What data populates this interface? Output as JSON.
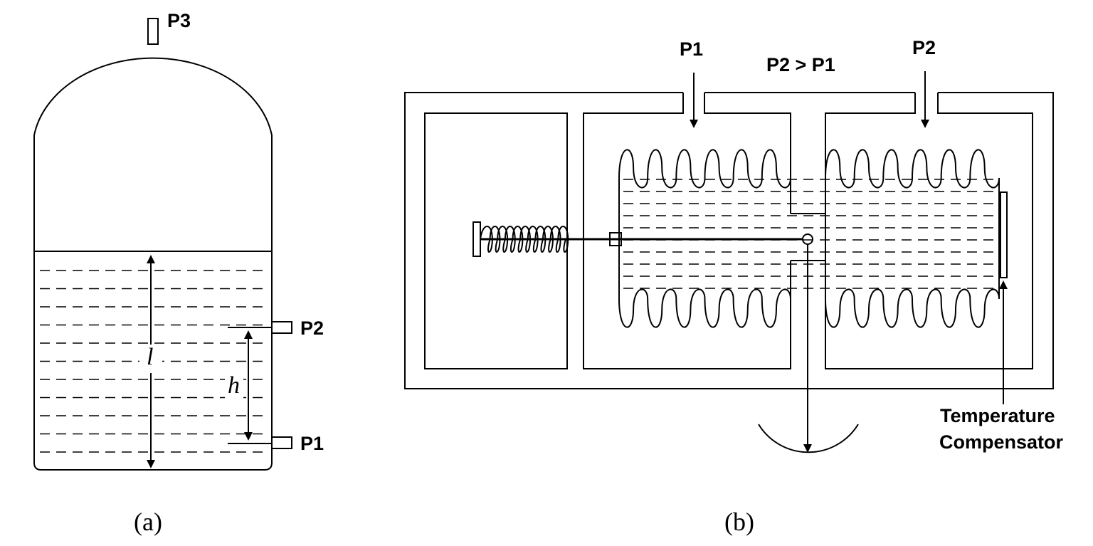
{
  "figure_a": {
    "label_p3": "P3",
    "label_p2": "P2",
    "label_p1": "P1",
    "label_l": "l",
    "label_h": "h",
    "caption": "(a)"
  },
  "figure_b": {
    "label_p1": "P1",
    "label_p2": "P2",
    "label_relation": "P2 > P1",
    "label_temp_line1": "Temperature",
    "label_temp_line2": "Compensator",
    "caption": "(b)"
  }
}
